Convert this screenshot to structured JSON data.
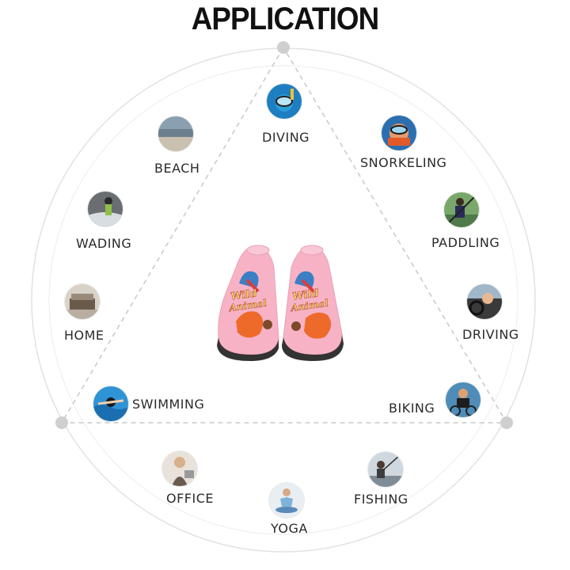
{
  "title": "APPLICATION",
  "product": {
    "print_line1": "Wild",
    "print_line2": "Animal",
    "colors": {
      "shoe": "#f7b3c5",
      "sole": "#e68aa3",
      "fox": "#ee6a2b"
    }
  },
  "colors": {
    "ring": "#dcdcdc",
    "dashed": "#c8c8c8",
    "node": "#cfcfcf",
    "label": "#2a2a2a"
  },
  "activities": [
    {
      "id": "diving",
      "label": "DIVING",
      "icon": "diving-icon"
    },
    {
      "id": "snorkeling",
      "label": "SNORKELING",
      "icon": "snorkeling-icon"
    },
    {
      "id": "paddling",
      "label": "PADDLING",
      "icon": "paddling-icon"
    },
    {
      "id": "driving",
      "label": "DRIVING",
      "icon": "driving-icon"
    },
    {
      "id": "biking",
      "label": "BIKING",
      "icon": "biking-icon"
    },
    {
      "id": "fishing",
      "label": "FISHING",
      "icon": "fishing-icon"
    },
    {
      "id": "yoga",
      "label": "YOGA",
      "icon": "yoga-icon"
    },
    {
      "id": "office",
      "label": "OFFICE",
      "icon": "office-icon"
    },
    {
      "id": "swimming",
      "label": "SWIMMING",
      "icon": "swimming-icon"
    },
    {
      "id": "home",
      "label": "HOME",
      "icon": "home-icon"
    },
    {
      "id": "wading",
      "label": "WADING",
      "icon": "wading-icon"
    },
    {
      "id": "beach",
      "label": "BEACH",
      "icon": "beach-icon"
    }
  ]
}
